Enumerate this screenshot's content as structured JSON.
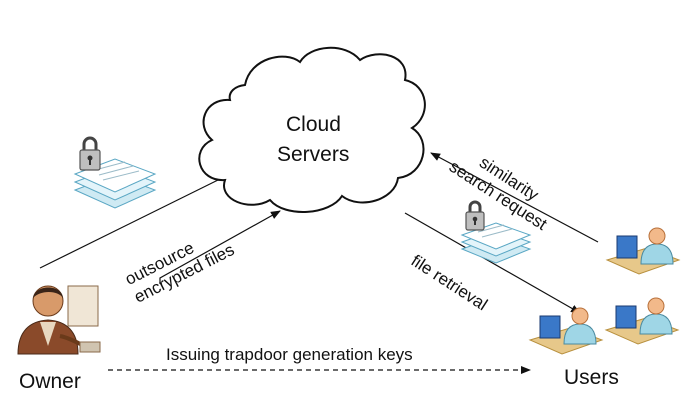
{
  "cloud": {
    "line1": "Cloud",
    "line2": "Servers"
  },
  "owner": {
    "label": "Owner"
  },
  "users": {
    "label": "Users"
  },
  "flows": {
    "outsource_line1": "outsource",
    "outsource_line2": "encrypted files",
    "similarity_line1": "similarity",
    "similarity_line2": "search request",
    "retrieval": "file retrieval",
    "keys": "Issuing trapdoor generation keys"
  },
  "colors": {
    "stroke": "#111111",
    "document_fill": "#cfeaf3",
    "document_edge": "#5aa7c4",
    "lock_fill": "#bfbfbf",
    "monitor": "#3a78c8",
    "desk": "#e7c88a",
    "user_skin": "#f2b98a",
    "user_shirt": "#9fd6e6"
  },
  "icons": [
    "cloud-shape",
    "document-stack-icon",
    "padlock-icon",
    "owner-person-icon",
    "user-workstation-icon"
  ]
}
